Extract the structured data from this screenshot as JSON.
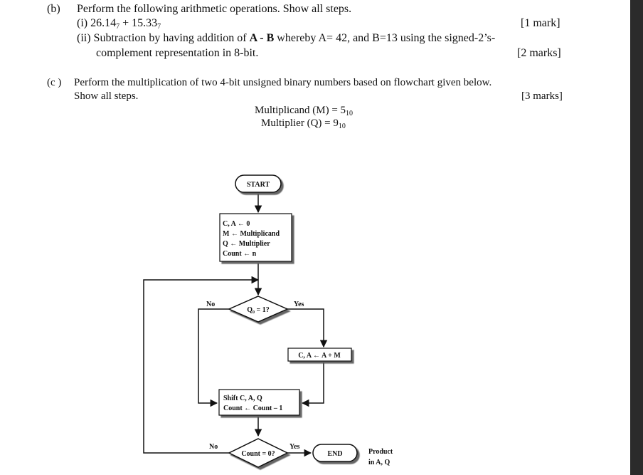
{
  "part_b": {
    "label": "(b)",
    "intro": "Perform the following arithmetic operations. Show all steps.",
    "q1": {
      "label": "(i)",
      "op1": "26.14",
      "op1_base": "7",
      "plus": "+",
      "op2": "15.33",
      "op2_base": "7",
      "marks": "[1 mark]"
    },
    "q2": {
      "prefix": "(ii) Subtraction by having addition of ",
      "expr": "A - B",
      "rest": " whereby A= 42, and B=13 using the signed-2’s-",
      "line2": "complement representation in 8-bit.",
      "marks": "[2 marks]"
    }
  },
  "part_c": {
    "label": "(c )",
    "line1": "Perform the multiplication of two 4-bit unsigned binary numbers based on flowchart given below.",
    "line2": "Show all steps.",
    "marks": "[3 marks]",
    "multiplicand": {
      "text": "Multiplicand (M) = 5",
      "base": "10"
    },
    "multiplier": {
      "text": "Multiplier (Q)  = 9",
      "base": "10"
    }
  },
  "flowchart": {
    "start": "START",
    "init": [
      "C, A ← 0",
      "M ← Multiplicand",
      "Q ← Multiplier",
      "Count ← n"
    ],
    "decision1": "Q₀ = 1?",
    "no1": "No",
    "yes1": "Yes",
    "add": "C, A ← A + M",
    "shift": [
      "Shift C, A, Q",
      "Count ← Count – 1"
    ],
    "decision2": "Count = 0?",
    "no2": "No",
    "yes2": "Yes",
    "end": "END",
    "product": [
      "Product",
      "in A, Q"
    ]
  }
}
